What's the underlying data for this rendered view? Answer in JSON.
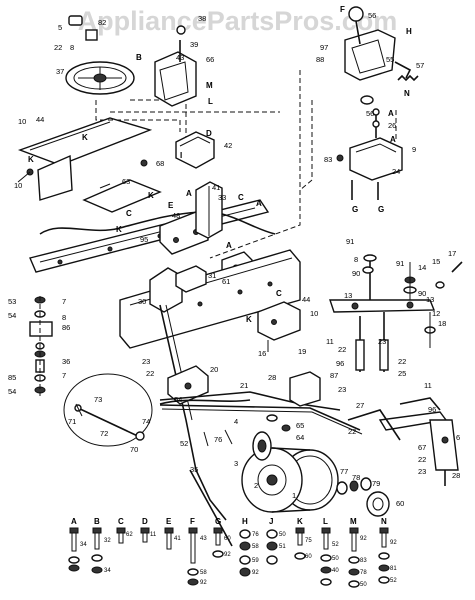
{
  "watermark": "AppliancePartsPros.com",
  "callouts": {
    "n5": "5",
    "n82a": "82",
    "n38": "38",
    "n39": "39",
    "n22a": "22",
    "n8a": "8",
    "n37": "37",
    "nB": "B",
    "n43": "43",
    "n66": "66",
    "nM": "M",
    "nL": "L",
    "nF": "F",
    "n56a": "56",
    "nH": "H",
    "n97": "97",
    "n88": "88",
    "n55": "55",
    "n57": "57",
    "nN": "N",
    "n10a": "10",
    "n44a": "44",
    "nKa": "K",
    "nKb": "K",
    "n10b": "10",
    "n42": "42",
    "nD": "D",
    "nI": "I",
    "n68": "68",
    "n63": "63",
    "n56b": "56",
    "nAa": "A",
    "n26": "26",
    "nAb": "A",
    "n83": "83",
    "n9": "9",
    "n24": "24",
    "nG1": "G",
    "nG2": "G",
    "nKc": "K",
    "nE": "E",
    "n48": "48",
    "nAc": "A",
    "n41": "41",
    "n33": "33",
    "nC1": "C",
    "nA4": "A",
    "nCb": "C",
    "nKd": "K",
    "n95": "95",
    "nAd": "A",
    "n61": "61",
    "n31": "31",
    "n30": "30",
    "n91a": "91",
    "n90": "90",
    "n8b": "8",
    "n91b": "91",
    "n14": "14",
    "n15": "15",
    "n17": "17",
    "n53": "53",
    "n7a": "7",
    "n54a": "54",
    "n8c": "8",
    "n86": "86",
    "n36": "36",
    "n7b": "7",
    "n85": "85",
    "n54b": "54",
    "nCc": "C",
    "n44b": "44",
    "nKe": "K",
    "n10c": "10",
    "n16": "16",
    "n13a": "13",
    "n13b": "13",
    "n18": "18",
    "n90b": "90",
    "n12": "12",
    "n23a": "23",
    "n22b": "22",
    "n20": "20",
    "n19": "19",
    "n11a": "11",
    "n96": "96",
    "n87": "87",
    "n22c": "22",
    "n23b": "23",
    "n22d": "22",
    "n25": "25",
    "n28a": "28",
    "n21": "21",
    "n23c": "23",
    "n27": "27",
    "n22e": "22",
    "n11b": "11",
    "n96b": "96",
    "n6": "6",
    "n67": "67",
    "n28b": "28",
    "n22f": "22",
    "n23d": "23",
    "n73": "73",
    "n71": "71",
    "n72": "72",
    "n74": "74",
    "n70": "70",
    "n54c": "54",
    "n52": "52",
    "n76": "76",
    "n4": "4",
    "n65": "65",
    "n64": "64",
    "n3": "3",
    "n2": "2",
    "n1": "1",
    "n35": "35",
    "n77": "77",
    "n78": "78",
    "n79": "79",
    "n60": "60"
  },
  "hardware_legend": {
    "letters": [
      "A",
      "B",
      "C",
      "D",
      "E",
      "F",
      "G",
      "H",
      "J",
      "K",
      "L",
      "M",
      "N"
    ],
    "numbers": [
      "34",
      "32",
      "34",
      "62",
      "11",
      "41",
      "43",
      "58",
      "92",
      "60",
      "92",
      "76",
      "58",
      "59",
      "92",
      "50",
      "51",
      "75",
      "60",
      "52",
      "50",
      "40",
      "92",
      "83",
      "78",
      "50",
      "92",
      "81",
      "52"
    ]
  }
}
